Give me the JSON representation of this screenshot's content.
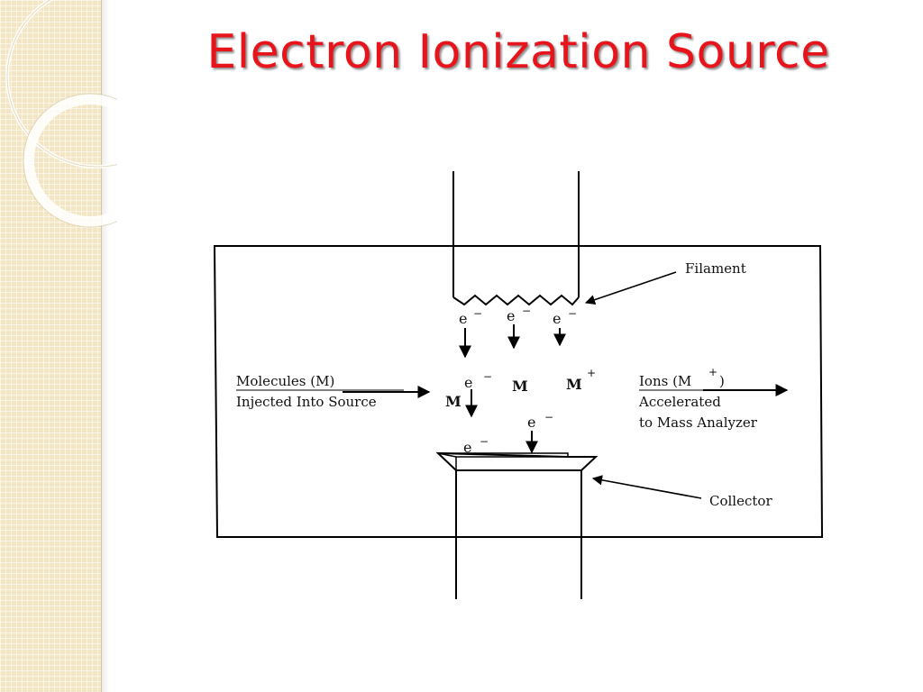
{
  "slide": {
    "title": "Electron Ionization Source",
    "title_color": "#e8141b",
    "accent_color": "#f2e6c4"
  },
  "diagram": {
    "labels": {
      "filament": "Filament",
      "collector": "Collector",
      "molecules_line1": "Molecules (M)",
      "molecules_line2": "Injected Into Source",
      "ions_line1": "Ions (M",
      "ions_line1_close": ")",
      "ions_line2": "Accelerated",
      "ions_line3": "to Mass Analyzer"
    },
    "symbols": {
      "electron": "e",
      "minus": "−",
      "plus": "+",
      "molecule": "M"
    }
  }
}
